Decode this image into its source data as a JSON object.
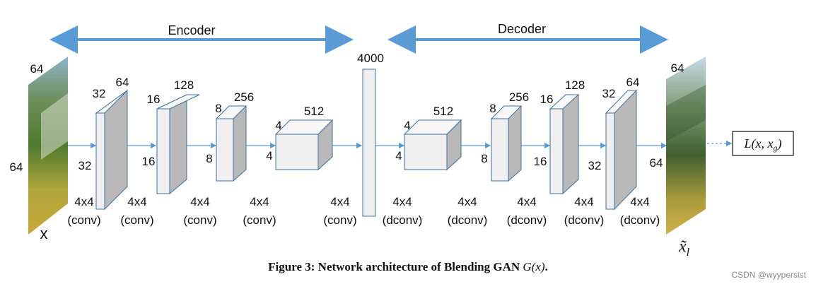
{
  "header": {
    "encoder_label": "Encoder",
    "decoder_label": "Decoder"
  },
  "input_image": {
    "width_label": "64",
    "height_label": "64",
    "name": "x"
  },
  "output_image": {
    "width_label": "64",
    "height_label": "64",
    "name": "x̃",
    "subscript": "l"
  },
  "encoder_blocks": [
    {
      "depth": "64",
      "height": "32",
      "width": "32",
      "kernel": "4x4",
      "op": "(conv)"
    },
    {
      "depth": "128",
      "height": "16",
      "width": "16",
      "kernel": "4x4",
      "op": "(conv)"
    },
    {
      "depth": "256",
      "height": "8",
      "width": "8",
      "kernel": "4x4",
      "op": "(conv)"
    },
    {
      "depth": "512",
      "height": "4",
      "width": "4",
      "kernel": "4x4",
      "op": "(conv)"
    }
  ],
  "bottleneck": {
    "size": "4000",
    "kernel": "4x4",
    "op": "(conv)"
  },
  "decoder_blocks": [
    {
      "depth": "512",
      "height": "4",
      "width": "4",
      "kernel": "4x4",
      "op": "(dconv)"
    },
    {
      "depth": "256",
      "height": "8",
      "width": "8",
      "kernel": "4x4",
      "op": "(dconv)"
    },
    {
      "depth": "128",
      "height": "16",
      "width": "16",
      "kernel": "4x4",
      "op": "(dconv)"
    },
    {
      "depth": "64",
      "height": "32",
      "width": "32",
      "kernel": "4x4",
      "op": "(dconv)"
    }
  ],
  "output_kernel": {
    "kernel": "4x4",
    "op": "(dconv)"
  },
  "loss": {
    "label": "L(x, x",
    "subscript": "g",
    "close": ")"
  },
  "caption": {
    "prefix": "Figure 3: Network architecture of Blending GAN ",
    "math": "G(x)",
    "suffix": "."
  },
  "watermark": "CSDN @wyypersist",
  "colors": {
    "arrow": "#5b9bd5",
    "front_face": "#efefef",
    "side_face": "#b9b9b9",
    "top_face": "#f7f7f7",
    "edge": "#41719c"
  }
}
